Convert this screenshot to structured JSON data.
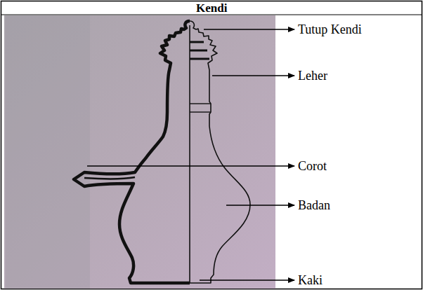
{
  "diagram": {
    "title": "Kendi",
    "labels": [
      "Tutup Kendi",
      "Leher",
      "Corot",
      "Badan",
      "Kaki"
    ]
  }
}
